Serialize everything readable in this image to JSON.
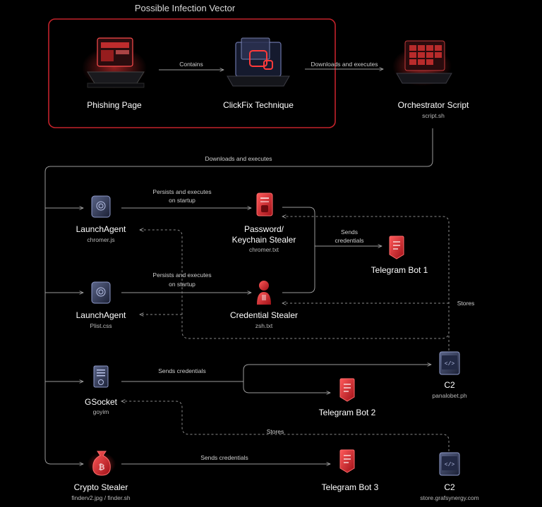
{
  "group": {
    "title": "Possible Infection Vector"
  },
  "nodes": {
    "phishing": {
      "label": "Phishing Page"
    },
    "clickfix": {
      "label": "ClickFix Technique"
    },
    "orchestrator": {
      "label": "Orchestrator Script",
      "file": "script.sh"
    },
    "launchagent1": {
      "label": "LaunchAgent",
      "file": "chromer.js"
    },
    "password_stealer": {
      "label_line1": "Password/",
      "label_line2": "Keychain Stealer",
      "file": "chromer.txt"
    },
    "telegram1": {
      "label": "Telegram Bot 1"
    },
    "launchagent2": {
      "label": "LaunchAgent",
      "file": "Plist.css"
    },
    "credential_stealer": {
      "label": "Credential Stealer",
      "file": "zsh.txt"
    },
    "gsocket": {
      "label": "GSocket",
      "file": "goyim"
    },
    "c2_1": {
      "label": "C2",
      "file": "panalobet.ph"
    },
    "telegram2": {
      "label": "Telegram Bot 2"
    },
    "crypto_stealer": {
      "label": "Crypto Stealer",
      "file": "finderv2.jpg / finder.sh"
    },
    "telegram3": {
      "label": "Telegram Bot 3"
    },
    "c2_2": {
      "label": "C2",
      "file": "store.grafsynergy.com"
    }
  },
  "edges": {
    "contains": "Contains",
    "downloads1": "Downloads and executes",
    "downloads2": "Downloads and executes",
    "persists1_a": "Persists and executes",
    "persists1_b": "on startup",
    "persists2_a": "Persists and executes",
    "persists2_b": "on startup",
    "sends1_a": "Sends",
    "sends1_b": "credentials",
    "stores1": "Stores",
    "sends2": "Sends credentials",
    "stores2": "Stores",
    "sends3": "Sends credentials"
  },
  "colors": {
    "accent": "#e0282e",
    "line": "#9a9a9a",
    "dashed": "#8a8a8a",
    "icon_blue": "#8d99c8"
  }
}
